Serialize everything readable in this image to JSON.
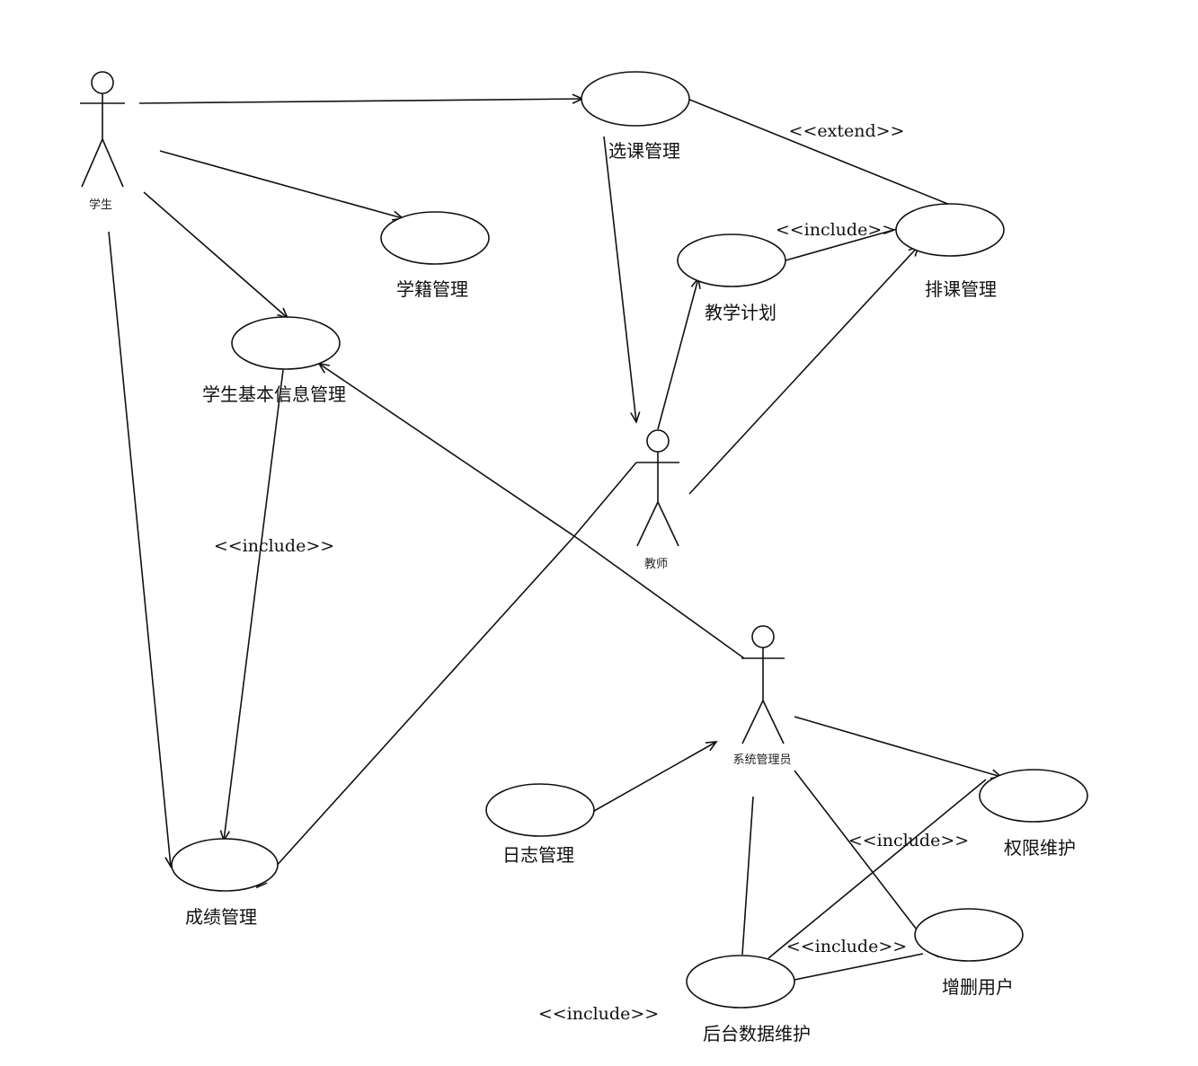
{
  "actors": {
    "student": "学生",
    "teacher": "教师",
    "admin": "系统管理员"
  },
  "usecases": {
    "course_selection": "选课管理",
    "enrollment": "学籍管理",
    "student_info": "学生基本信息管理",
    "grades": "成绩管理",
    "teaching_plan": "教学计划",
    "scheduling": "排课管理",
    "log": "日志管理",
    "permissions": "权限维护",
    "user_management": "增删用户",
    "backend_data": "后台数据维护"
  },
  "stereotypes": {
    "extend": "<<extend>>",
    "include_plan_schedule": "<<include>>",
    "include_info_grades": "<<include>>",
    "include_admin_perm": "<<include>>",
    "include_backend_user": "<<include>>",
    "include_loose": "<<include>>"
  }
}
